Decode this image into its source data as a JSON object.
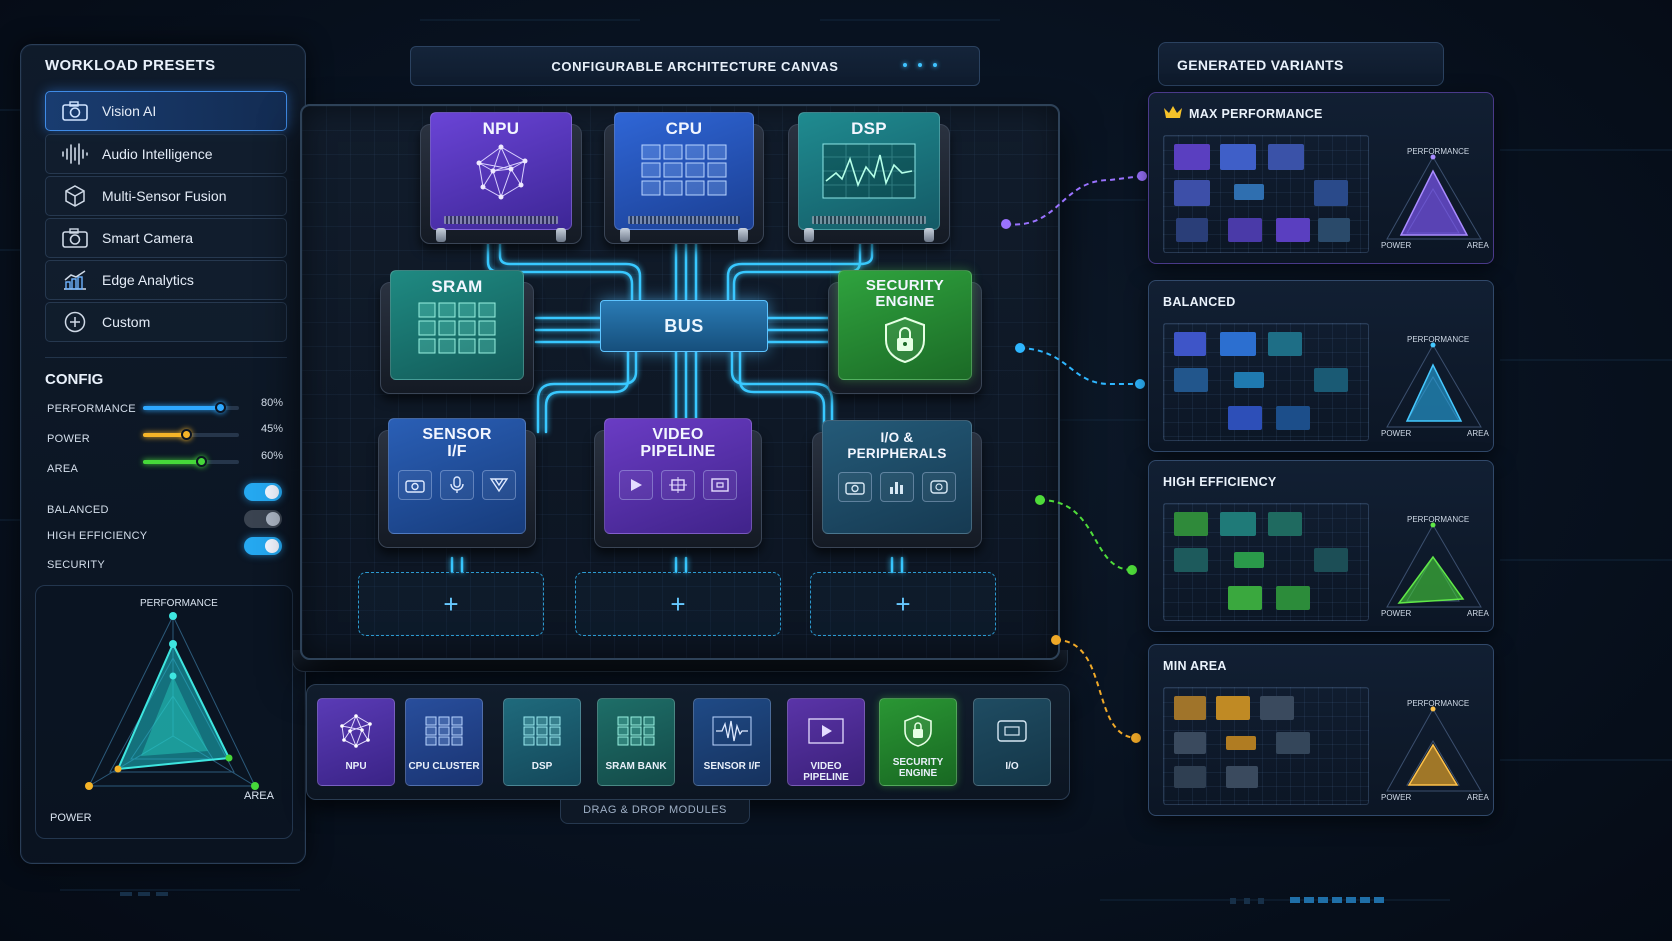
{
  "left_panel": {
    "title": "WORKLOAD PRESETS",
    "presets": [
      {
        "label": "Vision AI",
        "icon": "camera-icon",
        "active": true
      },
      {
        "label": "Audio Intelligence",
        "icon": "waveform-icon",
        "active": false
      },
      {
        "label": "Multi-Sensor Fusion",
        "icon": "cube-icon",
        "active": false
      },
      {
        "label": "Smart Camera",
        "icon": "camera-icon",
        "active": false
      },
      {
        "label": "Edge Analytics",
        "icon": "chart-icon",
        "active": false
      },
      {
        "label": "Custom",
        "icon": "plus-circle-icon",
        "active": false
      }
    ],
    "config": {
      "title": "CONFIG",
      "sliders": [
        {
          "label": "PERFORMANCE",
          "value": "80%",
          "fraction": 0.8,
          "color": "#2ea8ff"
        },
        {
          "label": "POWER",
          "value": "45%",
          "fraction": 0.45,
          "color": "#f5b428"
        },
        {
          "label": "AREA",
          "value": "60%",
          "fraction": 0.6,
          "color": "#46d83a"
        }
      ],
      "toggles": [
        {
          "label": "BALANCED",
          "on": true
        },
        {
          "label": "HIGH EFFICIENCY",
          "on": false
        },
        {
          "label": "SECURITY",
          "on": true
        }
      ]
    },
    "radar": {
      "performance_label": "PERFORMANCE",
      "power_label": "POWER",
      "area_label": "AREA"
    }
  },
  "canvas": {
    "title": "CONFIGURABLE ARCHITECTURE CANVAS",
    "bus_label": "BUS",
    "blocks": {
      "npu": "NPU",
      "cpu": "CPU",
      "dsp": "DSP",
      "sram": "SRAM",
      "security_line1": "SECURITY",
      "security_line2": "ENGINE",
      "sensor_line1": "SENSOR",
      "sensor_line2": "I/F",
      "video_line1": "VIDEO",
      "video_line2": "PIPELINE",
      "io_line1": "I/O &",
      "io_line2": "PERIPHERALS"
    },
    "add_slot_symbol": "+"
  },
  "palette": {
    "caption": "DRAG & DROP MODULES",
    "items": [
      {
        "line1": "NPU",
        "line2": "",
        "color": "#4a2f9c"
      },
      {
        "line1": "CPU CLUSTER",
        "line2": "",
        "color": "#1f3f84"
      },
      {
        "line1": "DSP",
        "line2": "",
        "color": "#1a5868"
      },
      {
        "line1": "SRAM BANK",
        "line2": "",
        "color": "#185a5a"
      },
      {
        "line1": "SENSOR I/F",
        "line2": "",
        "color": "#1c3f70"
      },
      {
        "line1": "VIDEO PIPELINE",
        "line2": "",
        "color": "#48287f"
      },
      {
        "line1": "SECURITY",
        "line2": "ENGINE",
        "color": "#1f7a2a"
      },
      {
        "line1": "I/O",
        "line2": "",
        "color": "#1d4a5e"
      }
    ]
  },
  "right_panel": {
    "title": "GENERATED VARIANTS",
    "variants": [
      {
        "title": "MAX PERFORMANCE",
        "accent": "#8a5cff",
        "crown": true
      },
      {
        "title": "BALANCED",
        "accent": "#2eb6ff",
        "crown": false
      },
      {
        "title": "HIGH EFFICIENCY",
        "accent": "#4fdc3a",
        "crown": false
      },
      {
        "title": "MIN AREA",
        "accent": "#f0a928",
        "crown": false
      }
    ],
    "radar_labels": {
      "performance": "PERFORMANCE",
      "power": "POWER",
      "area": "AREA"
    }
  }
}
